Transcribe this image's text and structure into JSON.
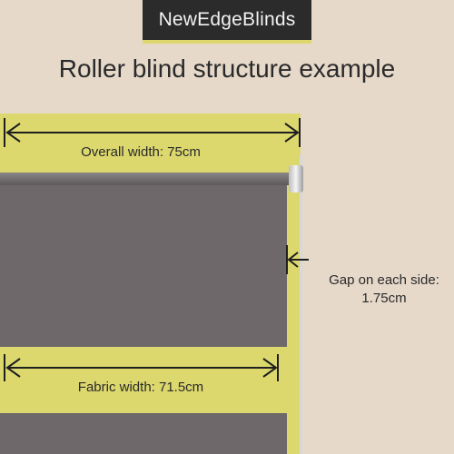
{
  "brand": {
    "logo_text": "NewEdgeBlinds"
  },
  "heading": "Roller blind structure example",
  "labels": {
    "overall_width": "Overall width: 75cm",
    "fabric_width": "Fabric width: 71.5cm",
    "gap_line1": "Gap on each side:",
    "gap_line2": "1.75cm"
  },
  "colors": {
    "background": "#e6d9ca",
    "highlight": "#dcd86e",
    "fabric": "#6e686a",
    "logo_bg": "#2b2b2b"
  }
}
